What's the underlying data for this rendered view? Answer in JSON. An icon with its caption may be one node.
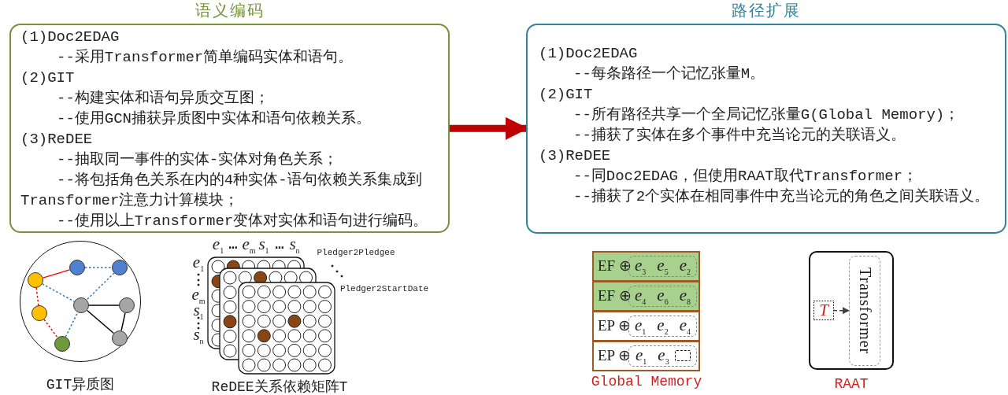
{
  "diagram": {
    "nodes": [
      {
        "text": [
          "语义编码",
          "(1)Doc2EDAG",
          "--采用Transformer简单编码实体和语句。",
          "(2)GIT",
          "--构建实体和语句异质交互图；",
          "--使用GCN捕获异质图中实体和语句依赖关系。",
          "(3)ReDEE",
          "--抽取同一事件的实体-实体对角色关系；",
          "--将包括角色关系在内的4种实体-语句依赖关系集成到Transformer注意力计算模块；",
          "--使用以上Transformer变体对实体和语句进行编码。"
        ]
      },
      {
        "text": [
          "路径扩展",
          "(1)Doc2EDAG",
          "--每条路径一个记忆张量M。",
          "(2)GIT",
          "--所有路径共享一个全局记忆张量G(Global Memory)；",
          "--捕获了实体在多个事件中充当论元的关联语义。",
          "(3)ReDEE",
          "--同Doc2EDAG，但使用RAAT取代Transformer；",
          "--捕获了2个实体在相同事件中充当论元的角色之间关联语义。"
        ]
      },
      {
        "text": [],
        "shape": "circle",
        "beside": [
          "GIT异质图"
        ]
      },
      {
        "text": [],
        "shape": "circle",
        "in": 2
      },
      {
        "text": [],
        "shape": "circle",
        "in": 2
      },
      {
        "text": [],
        "shape": "circle",
        "in": 2
      },
      {
        "text": [],
        "shape": "circle",
        "in": 2
      },
      {
        "text": [],
        "shape": "circle",
        "in": 2
      },
      {
        "text": [],
        "shape": "circle",
        "in": 2
      },
      {
        "text": [],
        "shape": "circle",
        "in": 2
      },
      {
        "text": [],
        "shape": "circle",
        "in": 2
      },
      {
        "text": [
          "EF ⊕"
        ]
      },
      {
        "text": [
          "*e*$_{3}$",
          "*e*$_{5}$",
          "*e*$_{2}$"
        ],
        "in": 11
      },
      {
        "text": [
          "EF ⊕"
        ]
      },
      {
        "text": [
          "*e*$_{4}$",
          "*e*$_{6}$",
          "*e*$_{8}$"
        ],
        "in": 13
      },
      {
        "text": [
          "EP ⊕"
        ]
      },
      {
        "text": [
          "*e*$_{1}$",
          "*e*$_{2}$",
          "*e*$_{4}$"
        ],
        "in": 15
      },
      {
        "text": [
          "EP ⊕"
        ]
      },
      {
        "text": [
          "*e*$_{1}$",
          "*e*$_{3}$"
        ],
        "in": 17
      },
      {
        "text": [],
        "shape": "box",
        "in": 18
      },
      {
        "text": [],
        "shape": "box",
        "beside": [
          "RAAT"
        ]
      },
      {
        "text": [
          "*T*"
        ],
        "in": 20
      },
      {
        "text": [
          "Transformer"
        ],
        "in": 20
      }
    ],
    "edges": [
      {
        "from": 0,
        "to": 1,
        "arrow": "to",
        "style": "thick",
        "color": "#c00000"
      },
      {
        "from": 5,
        "to": 3,
        "arrow": "none",
        "color": "#ff0000"
      },
      {
        "from": 3,
        "to": 4,
        "arrow": "none",
        "style": "dashed",
        "color": "#2e75b6"
      },
      {
        "from": 5,
        "to": 6,
        "arrow": "none",
        "style": "dashed",
        "color": "#2e75b6"
      },
      {
        "from": 4,
        "to": 6,
        "arrow": "none",
        "style": "dashed",
        "color": "#2e75b6"
      },
      {
        "from": 6,
        "to": 7,
        "arrow": "none",
        "color": "#000000"
      },
      {
        "from": 6,
        "to": 9,
        "arrow": "none",
        "color": "#000000"
      },
      {
        "from": 7,
        "to": 9,
        "arrow": "none",
        "color": "#000000"
      },
      {
        "from": 5,
        "to": 8,
        "arrow": "none",
        "style": "dashed",
        "color": "#ff0000"
      },
      {
        "from": 8,
        "to": 10,
        "arrow": "none",
        "style": "dashed",
        "color": "#ff0000"
      },
      {
        "from": 10,
        "to": 6,
        "arrow": "none",
        "style": "dashed",
        "color": "#2e75b6"
      },
      {
        "from": 21,
        "to": 22,
        "arrow": "to",
        "style": "dashed",
        "color": "#404040"
      }
    ],
    "labels": [
      "*e*$_{1}$",
      "…",
      "*e*$_{m}$",
      "*s*$_{1}$",
      "…",
      "*s*$_{n}$",
      "Pledger2Pledgee",
      "*e*$_{1}$",
      "⋮",
      "*e*$_{m}$",
      "⋱",
      "Pledger2StartDate",
      "*s*$_{1}$",
      "⋮",
      "*s*$_{n}$",
      "ReDEE关系依赖矩阵T",
      "Global Memory"
    ]
  }
}
